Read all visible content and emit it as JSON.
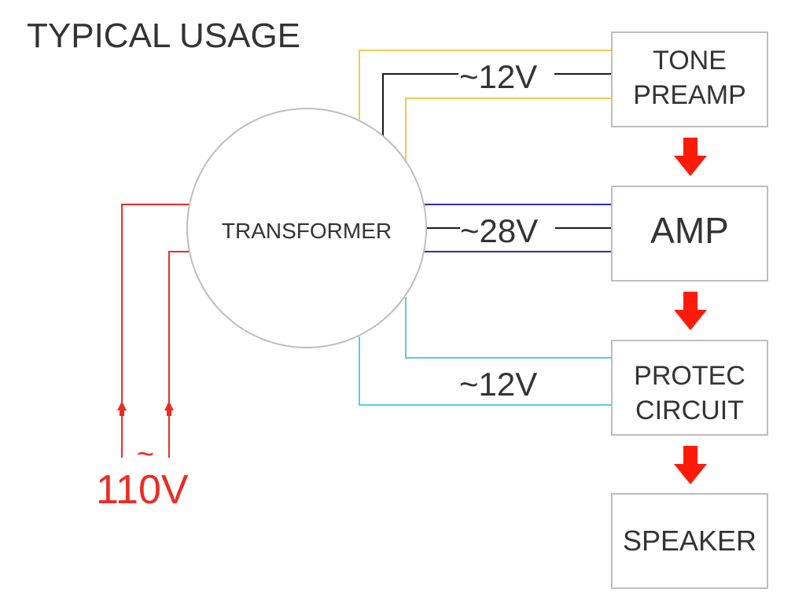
{
  "title": "TYPICAL USAGE",
  "transformer": {
    "label": "TRANSFORMER"
  },
  "blocks": {
    "tone_preamp": {
      "line1": "TONE",
      "line2": "PREAMP"
    },
    "amp": {
      "label": "AMP"
    },
    "protect_circuit": {
      "line1": "PROTEC",
      "line2": "CIRCUIT"
    },
    "speaker": {
      "label": "SPEAKER"
    }
  },
  "voltages": {
    "preamp": "~12V",
    "amp": "~28V",
    "protect": "~12V",
    "mains_symbol": "~",
    "mains": "110V"
  },
  "colors": {
    "text": "#333333",
    "box_border": "#bdbdbd",
    "circle_border": "#bdbdbd",
    "wire_yellow": "#f2c94c",
    "wire_black": "#1a1a1a",
    "wire_blue": "#2d2db8",
    "wire_cyan": "#56cfe1",
    "wire_red": "#ec2b24",
    "flow_arrow": "#ff1a0a"
  }
}
